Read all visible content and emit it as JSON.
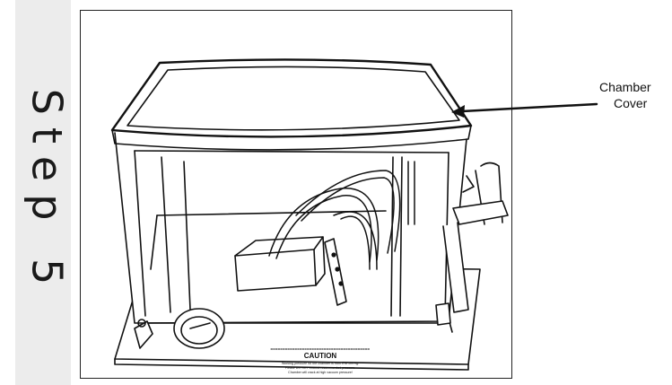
{
  "step": {
    "label": "Step 5"
  },
  "callout": {
    "line1": "Chamber",
    "line2": "Cover"
  },
  "caution": {
    "title": "CAUTION",
    "line1": "Working pressure for the chamber is from 0 to -29”Hg.",
    "line2": "Please DO NOT exceed recommended pressure.",
    "line3": "Chamber will crack at high vacuum pressure!"
  }
}
